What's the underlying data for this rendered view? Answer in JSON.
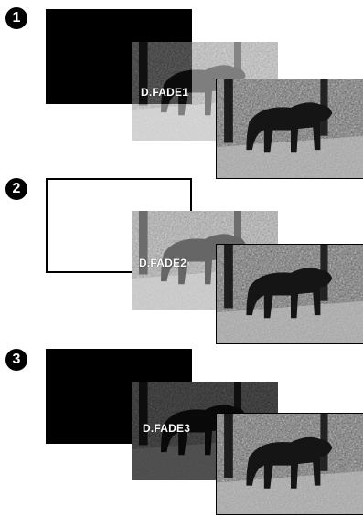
{
  "steps": [
    {
      "number": "1",
      "label": "D.FADE1",
      "start_frame": "black"
    },
    {
      "number": "2",
      "label": "D.FADE2",
      "start_frame": "white"
    },
    {
      "number": "3",
      "label": "D.FADE3",
      "start_frame": "black"
    }
  ]
}
